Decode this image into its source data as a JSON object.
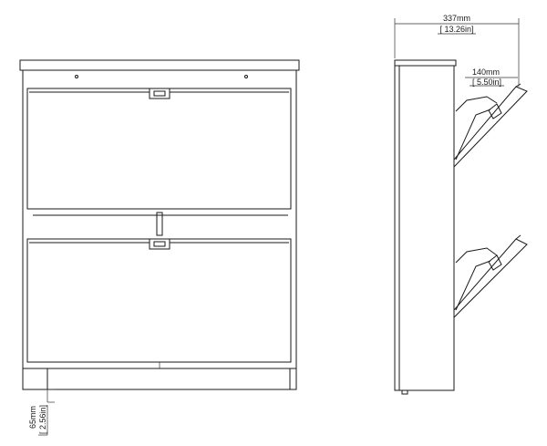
{
  "dimensions": {
    "depth_mm": "337mm",
    "depth_in": "13.26in",
    "flap_mm": "140mm",
    "flap_in": "5.50in",
    "leg_mm": "65mm",
    "leg_in": "2.56in"
  }
}
